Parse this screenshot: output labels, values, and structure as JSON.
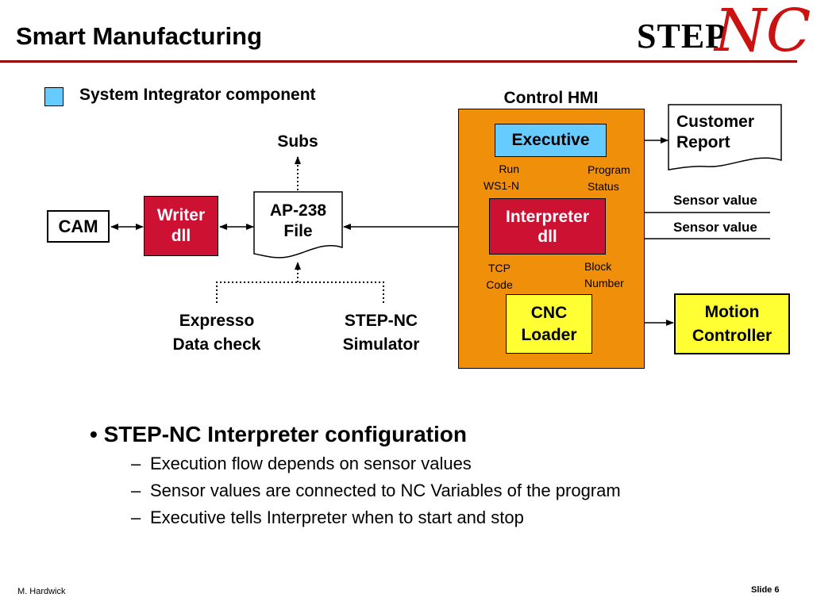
{
  "slide": {
    "title": "Smart Manufacturing",
    "logo": {
      "step": "STEP",
      "nc": "NC"
    },
    "legend": {
      "label": "System Integrator component",
      "color": "#66ccff"
    },
    "footer": {
      "author": "M. Hardwick",
      "slide_number": "Slide 6"
    }
  },
  "diagram": {
    "hmi_title": "Control HMI",
    "executive": "Executive",
    "interpreter": [
      "Interpreter",
      "dll"
    ],
    "cnc_loader": [
      "CNC",
      "Loader"
    ],
    "motion_controller": [
      "Motion",
      "Controller"
    ],
    "customer_report": [
      "Customer",
      "Report"
    ],
    "cam": "CAM",
    "writer": [
      "Writer",
      "dll"
    ],
    "ap238": [
      "AP-238",
      "File"
    ],
    "subs": "Subs",
    "expresso": [
      "Expresso",
      "Data check"
    ],
    "simulator": [
      "STEP-NC",
      "Simulator"
    ],
    "run": [
      "Run",
      "WS1-N"
    ],
    "program_status": [
      "Program",
      "Status"
    ],
    "tcp_code": [
      "TCP",
      "Code"
    ],
    "block_number": [
      "Block",
      "Number"
    ],
    "sensor_values": [
      "Sensor value",
      "Sensor value"
    ],
    "colors": {
      "hmi": "#f0900a",
      "red": "#cc1133",
      "yellow": "#ffff33",
      "blue": "#66ccff",
      "rule": "#990000",
      "logo_red": "#cc1111"
    }
  },
  "bullets": {
    "main": "STEP-NC Interpreter configuration",
    "subs": [
      "Execution flow depends on sensor values",
      "Sensor values are connected to NC Variables of the program",
      "Executive tells Interpreter when to start and stop"
    ]
  }
}
